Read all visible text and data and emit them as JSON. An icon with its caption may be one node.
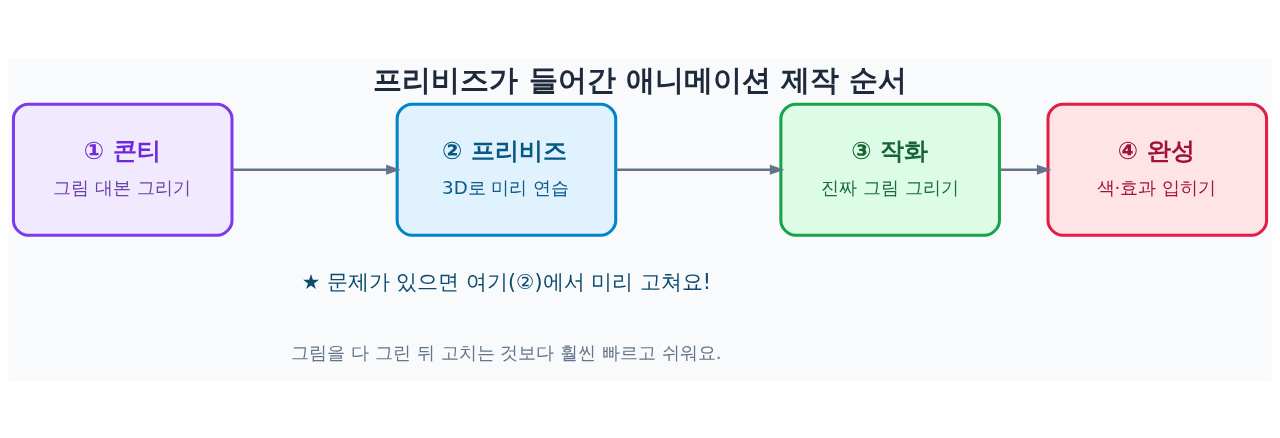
{
  "diagram": {
    "title": "프리비즈가 들어간 애니메이션 제작 순서",
    "nodes": [
      {
        "text": [
          "① 콘티",
          "그림 대본 그리기"
        ]
      },
      {
        "text": [
          "② 프리비즈",
          "3D로 미리 연습"
        ]
      },
      {
        "text": [
          "③ 작화",
          "진짜 그림 그리기"
        ]
      },
      {
        "text": [
          "④ 완성",
          "색·효과 입히기"
        ]
      }
    ],
    "edges": [
      {
        "from": 0,
        "to": 1,
        "arrow": "to"
      },
      {
        "from": 1,
        "to": 2,
        "arrow": "to"
      },
      {
        "from": 2,
        "to": 3,
        "arrow": "to"
      }
    ],
    "labels": [
      "★ 문제가 있으면 여기(②)에서 미리 고쳐요!",
      "그림을 다 그린 뒤 고치는 것보다 훨씬 빠르고 쉬워요."
    ]
  }
}
